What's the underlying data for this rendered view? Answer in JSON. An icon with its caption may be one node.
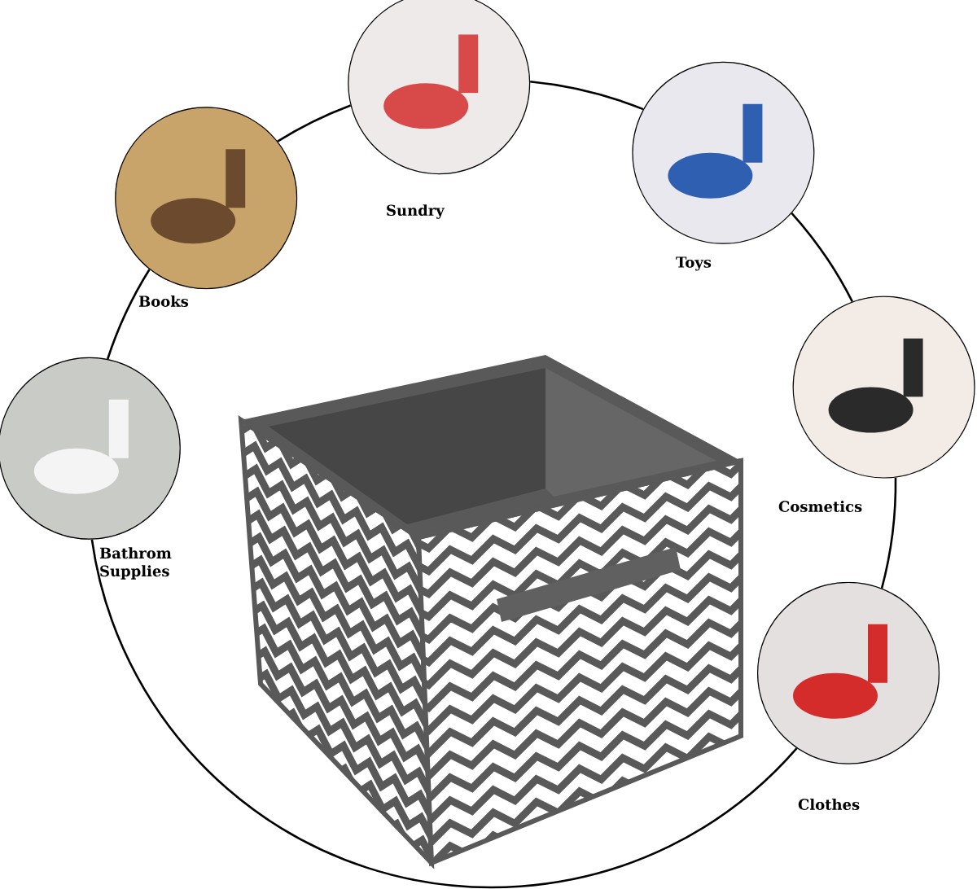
{
  "diagram": {
    "nodes": [
      {
        "text": [
          "Books"
        ]
      },
      {
        "text": [
          "Sundry"
        ]
      },
      {
        "text": [
          "Toys"
        ]
      },
      {
        "text": [
          "Cosmetics"
        ]
      },
      {
        "text": [
          "Clothes"
        ]
      },
      {
        "text": [
          "Bathrom Supplies"
        ]
      }
    ],
    "edges": [
      {
        "from": 5,
        "to": 0,
        "arrow": "none"
      },
      {
        "from": 0,
        "to": 1,
        "arrow": "none"
      },
      {
        "from": 1,
        "to": 2,
        "arrow": "none"
      },
      {
        "from": 2,
        "to": 3,
        "arrow": "none"
      },
      {
        "from": 3,
        "to": 4,
        "arrow": "none"
      },
      {
        "from": 4,
        "to": 5,
        "arrow": "none"
      }
    ]
  }
}
